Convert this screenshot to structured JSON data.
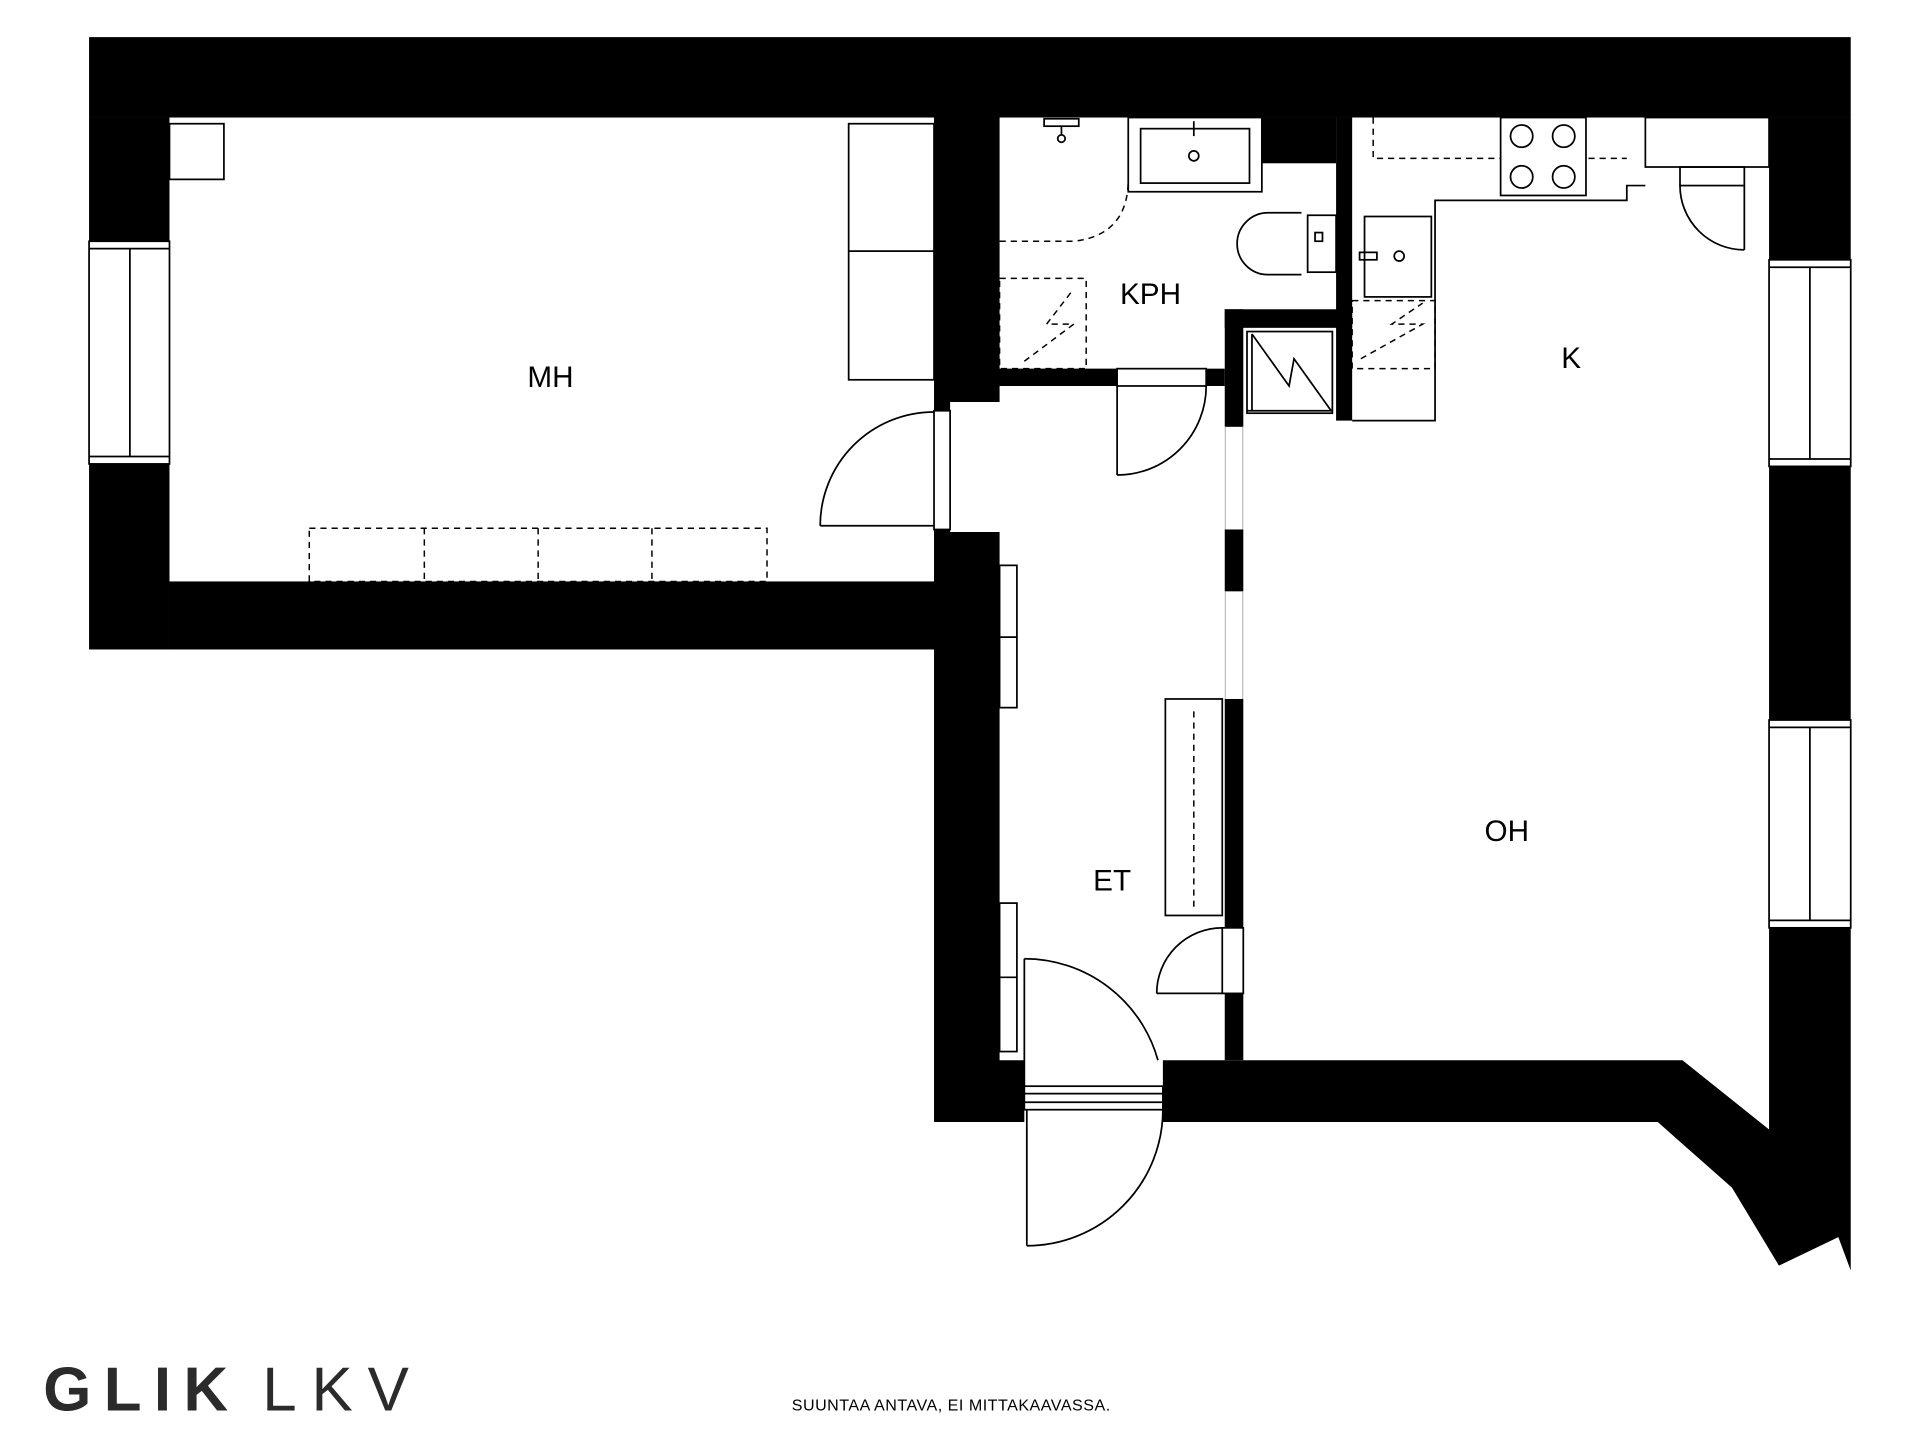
{
  "rooms": {
    "mh": "MH",
    "kph": "KPH",
    "k": "K",
    "oh": "OH",
    "et": "ET"
  },
  "brand": {
    "bold": "GLIK",
    "light": "LKV"
  },
  "footer": {
    "note": "SUUNTAA ANTAVA, EI MITTAKAAVASSA."
  },
  "colors": {
    "wall": "#000000",
    "background": "#ffffff",
    "logo": "#2b2b2b"
  }
}
